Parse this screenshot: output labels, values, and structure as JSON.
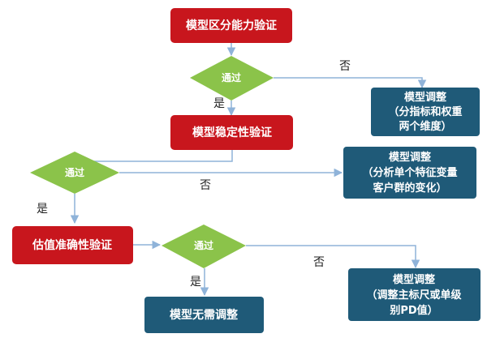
{
  "nodes": {
    "step1": "模型区分能力验证",
    "step2": "模型稳定性验证",
    "step3": "估值准确性验证",
    "decision1": "通过",
    "decision2": "通过",
    "decision3": "通过",
    "adjust1": [
      "模型调整",
      "（分指标和权重",
      "两个维度）"
    ],
    "adjust2": [
      "模型调整",
      "（分析单个特征变量",
      "客户群的变化）"
    ],
    "adjust3": [
      "模型调整",
      "（调整主标尺或单级",
      "别PD值）"
    ],
    "final": "模型无需调整"
  },
  "edge_labels": {
    "yes": "是",
    "no": "否"
  },
  "colors": {
    "red_box": "#c8161d",
    "blue_box": "#1f5a78",
    "diamond": "#8bc34a",
    "arrow": "#8fb3d9"
  }
}
